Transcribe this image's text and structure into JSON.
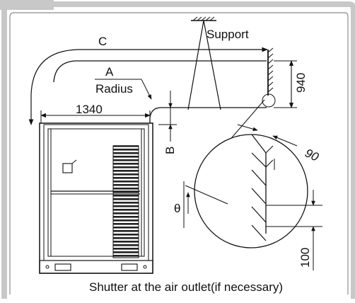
{
  "labels": {
    "support": "Support",
    "c": "C",
    "a": "A",
    "radius": "Radius",
    "dim_1340": "1340",
    "dim_940": "940",
    "dim_b": "B",
    "dim_90": "90",
    "theta": "θ",
    "dim_100": "100"
  },
  "caption": "Shutter at the air outlet(if necessary)"
}
